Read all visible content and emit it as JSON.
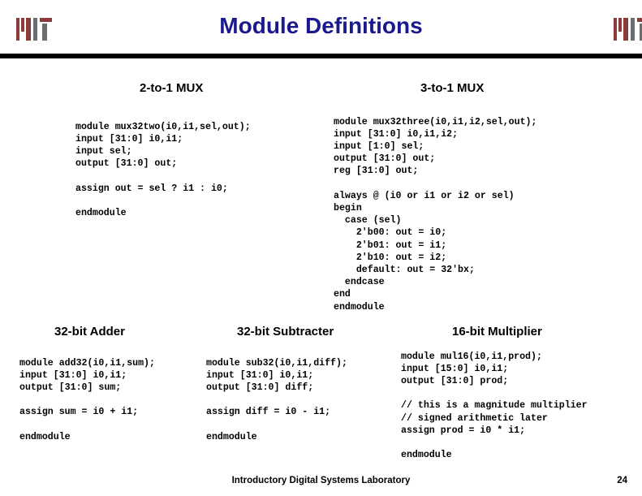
{
  "header": {
    "title": "Module Definitions",
    "title_color": "#1a1a8c",
    "rule_color": "#000000",
    "logo_left_name": "MIT",
    "logo_right_name": "MIT",
    "logo_red": "#8c3a3a",
    "logo_gray": "#6e6e6e"
  },
  "sections": {
    "mux2": {
      "heading": "2-to-1 MUX",
      "code": "module mux32two(i0,i1,sel,out);\ninput [31:0] i0,i1;\ninput sel;\noutput [31:0] out;\n\nassign out = sel ? i1 : i0;\n\nendmodule"
    },
    "mux3": {
      "heading": "3-to-1 MUX",
      "code": "module mux32three(i0,i1,i2,sel,out);\ninput [31:0] i0,i1,i2;\ninput [1:0] sel;\noutput [31:0] out;\nreg [31:0] out;\n\nalways @ (i0 or i1 or i2 or sel)\nbegin\n  case (sel)\n    2'b00: out = i0;\n    2'b01: out = i1;\n    2'b10: out = i2;\n    default: out = 32'bx;\n  endcase\nend\nendmodule"
    },
    "adder": {
      "heading": "32-bit Adder",
      "code": "module add32(i0,i1,sum);\ninput [31:0] i0,i1;\noutput [31:0] sum;\n\nassign sum = i0 + i1;\n\nendmodule"
    },
    "subtracter": {
      "heading": "32-bit Subtracter",
      "code": "module sub32(i0,i1,diff);\ninput [31:0] i0,i1;\noutput [31:0] diff;\n\nassign diff = i0 - i1;\n\nendmodule"
    },
    "multiplier": {
      "heading": "16-bit Multiplier",
      "code": "module mul16(i0,i1,prod);\ninput [15:0] i0,i1;\noutput [31:0] prod;\n\n// this is a magnitude multiplier\n// signed arithmetic later\nassign prod = i0 * i1;\n\nendmodule"
    }
  },
  "footer": {
    "text": "Introductory Digital Systems Laboratory",
    "page": "24"
  }
}
